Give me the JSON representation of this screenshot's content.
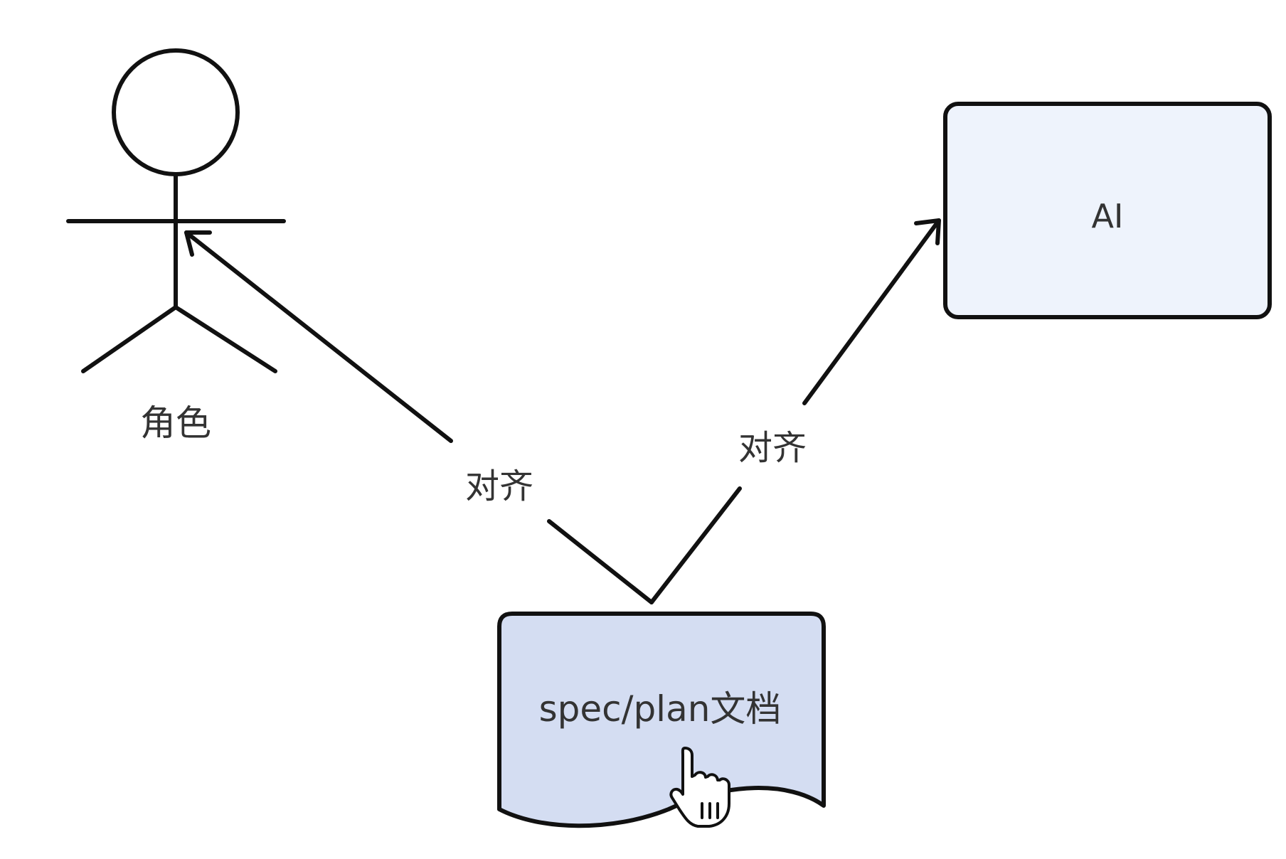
{
  "diagram": {
    "actor": {
      "label": "角色"
    },
    "ai_box": {
      "label": "AI",
      "fill_color": "#eef3fc"
    },
    "document": {
      "label": "spec/plan文档",
      "fill_color": "#d4ddf2"
    },
    "edges": [
      {
        "from": "document",
        "to": "actor",
        "label": "对齐"
      },
      {
        "from": "document",
        "to": "ai_box",
        "label": "对齐"
      }
    ],
    "cursor": {
      "icon": "hand-pointer-icon"
    }
  }
}
